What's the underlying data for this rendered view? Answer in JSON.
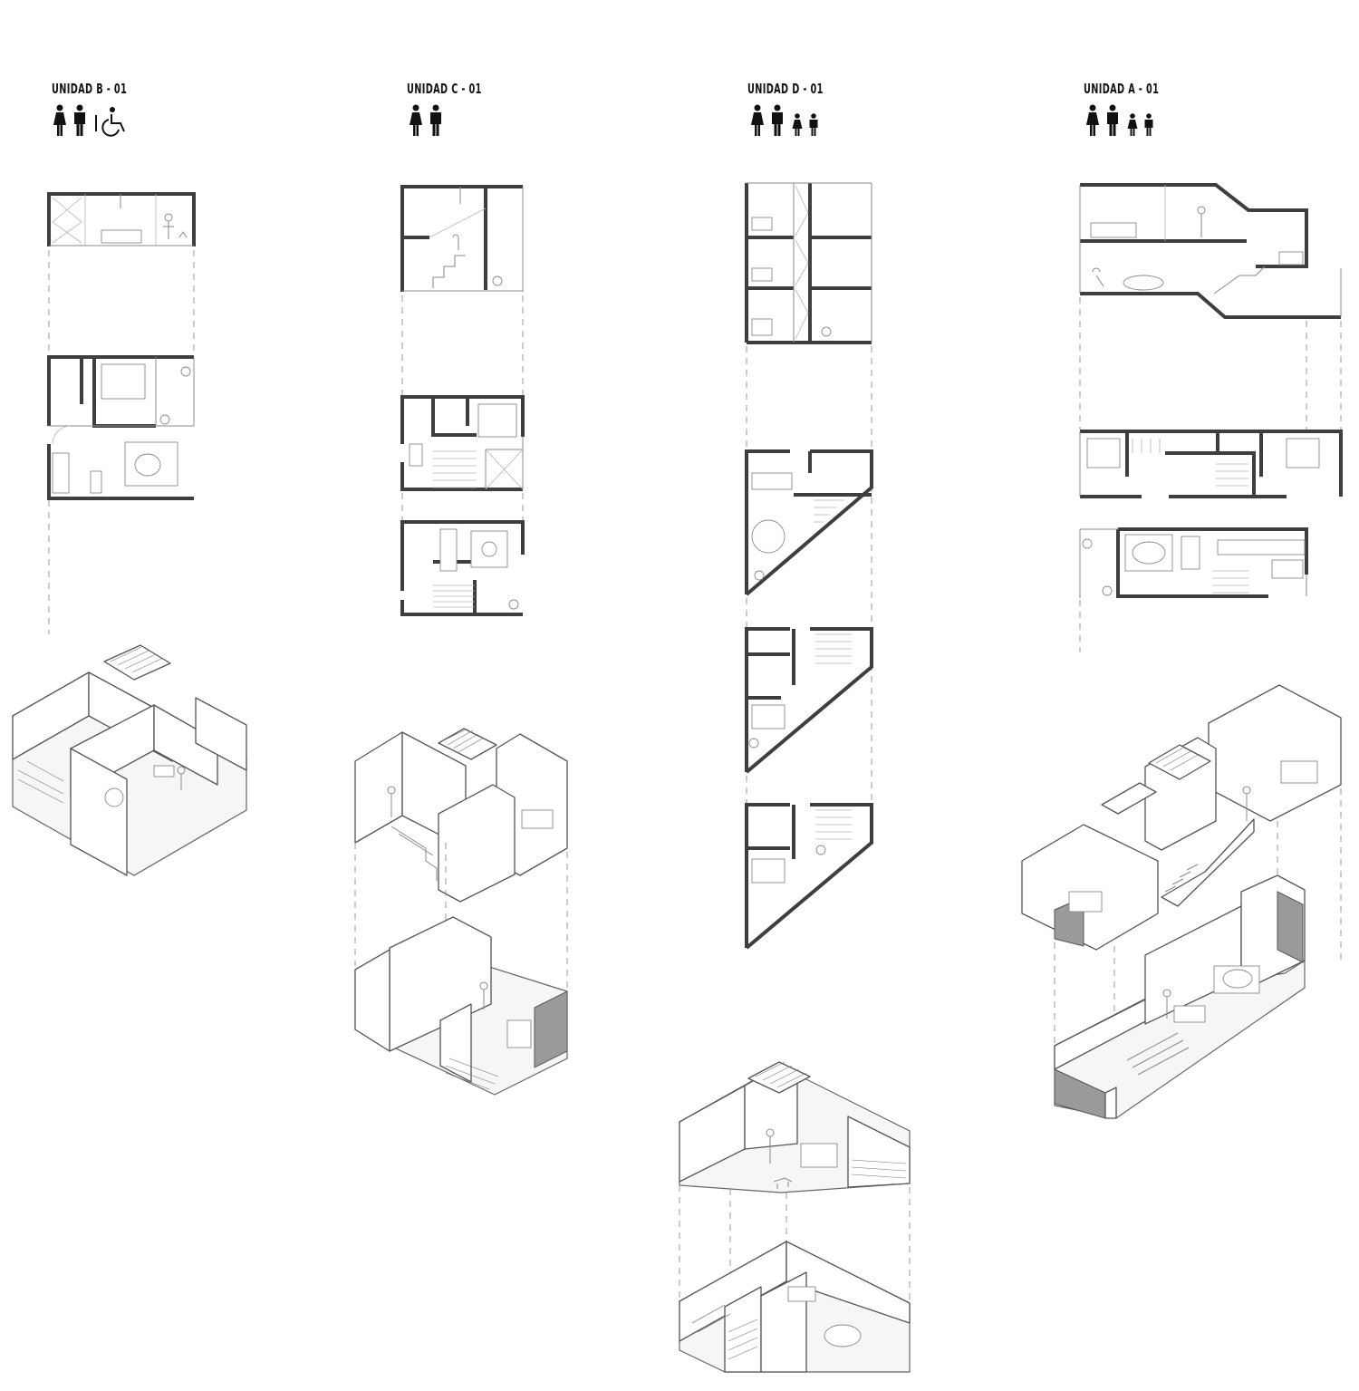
{
  "units": [
    {
      "id": "b",
      "title": "UNIDAD B - 01",
      "occupants": [
        "woman-icon",
        "man-icon",
        "wheelchair-icon"
      ]
    },
    {
      "id": "c",
      "title": "UNIDAD C - 01",
      "occupants": [
        "woman-icon",
        "man-icon"
      ]
    },
    {
      "id": "d",
      "title": "UNIDAD D - 01",
      "occupants": [
        "woman-icon",
        "man-icon",
        "girl-icon",
        "boy-icon"
      ]
    },
    {
      "id": "a",
      "title": "UNIDAD A - 01",
      "occupants": [
        "woman-icon",
        "man-icon",
        "girl-icon",
        "boy-icon"
      ]
    }
  ],
  "colors": {
    "ink": "#111111",
    "wall": "#3e3e3e",
    "line": "#8a8a8a",
    "dashed": "#9a9a9a"
  }
}
